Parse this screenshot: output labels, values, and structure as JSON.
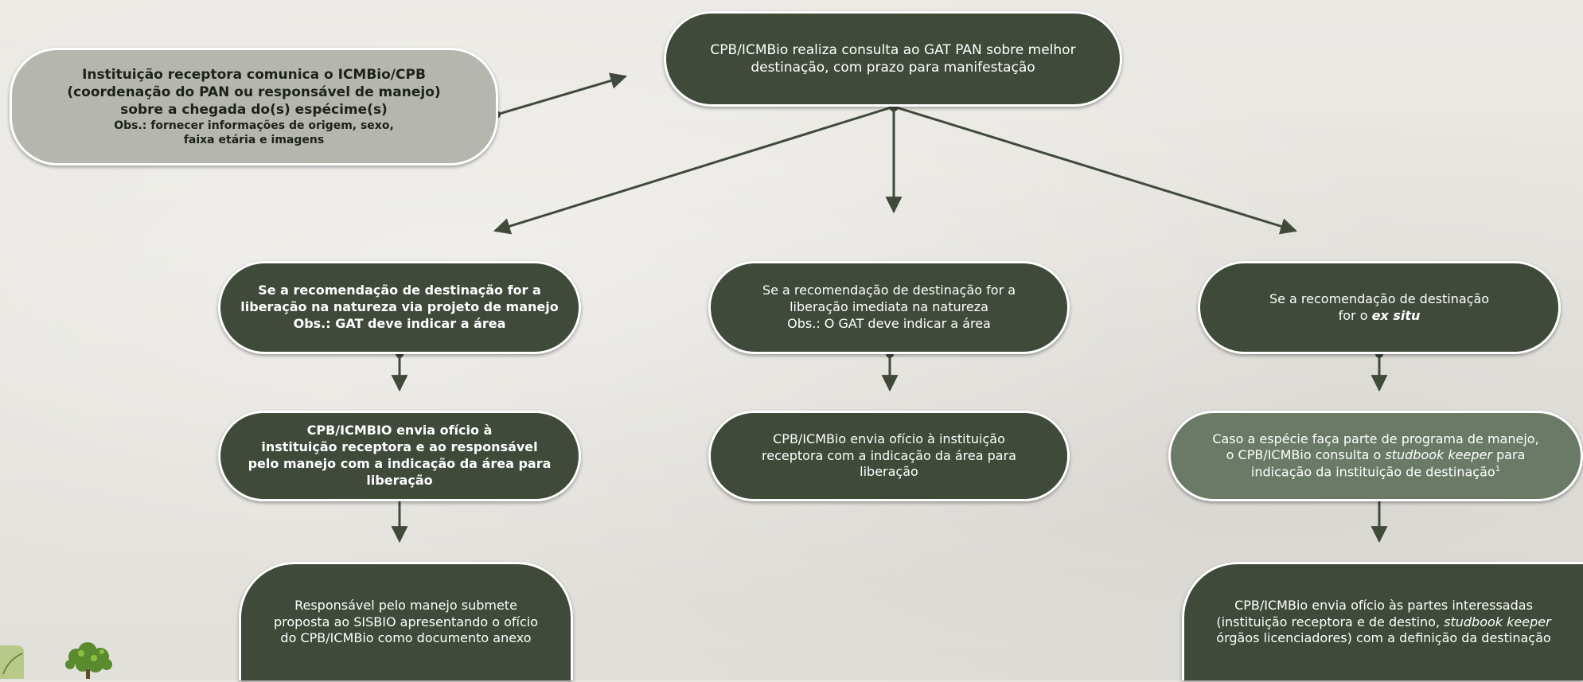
{
  "nodes": {
    "start": {
      "line1": "Instituição receptora comunica o ICMBio/CPB",
      "line2": "(coordenação do PAN ou responsável de manejo)",
      "line3": "sobre a chegada do(s) espécime(s)",
      "obs1": "Obs.: fornecer informações de origem, sexo,",
      "obs2": "faixa etária e imagens"
    },
    "consult": {
      "line1": "CPB/ICMBio realiza consulta ao GAT PAN sobre melhor",
      "line2": "destinação, com prazo para manifestação"
    },
    "left_cond": {
      "line1": "Se a recomendação de destinação for a",
      "line2": "liberação na natureza via projeto de manejo",
      "line3": "Obs.: GAT deve indicar a área"
    },
    "mid_cond": {
      "line1": "Se a recomendação de destinação for a",
      "line2": "liberação imediata na natureza",
      "line3": "Obs.: O GAT deve indicar a área"
    },
    "right_cond": {
      "line1": "Se a recomendação de destinação",
      "line2_prefix": "for o ",
      "line2_em": "ex situ"
    },
    "left_office": {
      "line1": "CPB/ICMBIO envia ofício à",
      "line2": "instituição receptora e ao responsável",
      "line3": "pelo manejo com a indicação da área para",
      "line4": "liberação"
    },
    "mid_office": {
      "line1": "CPB/ICMBio envia ofício à instituição",
      "line2": "receptora com a indicação da área para",
      "line3": "liberação"
    },
    "right_program": {
      "line1": "Caso a espécie faça parte de programa de manejo,",
      "line2_prefix": "o CPB/ICMBio consulta o ",
      "line2_em": "studbook keeper",
      "line2_suffix": " para",
      "line3": "indicação  da instituição de destinação",
      "line3_sup": "1"
    },
    "left_submit": {
      "line1": "Responsável pelo manejo submete",
      "line2": "proposta ao SISBIO apresentando o ofício",
      "line3": "do CPB/ICMBio como documento anexo"
    },
    "right_office": {
      "line1": "CPB/ICMBio envia ofício às partes interessadas",
      "line2_prefix": "(instituição  receptora e de destino, ",
      "line2_em": "studbook keeper",
      "line3": "órgãos licenciadores) com a definição da destinação"
    }
  },
  "colors": {
    "dark_node": "#3f4a3a",
    "light_node": "#b5b7ae",
    "mid_node": "#6a7a66",
    "connector": "#3f4a3a"
  }
}
